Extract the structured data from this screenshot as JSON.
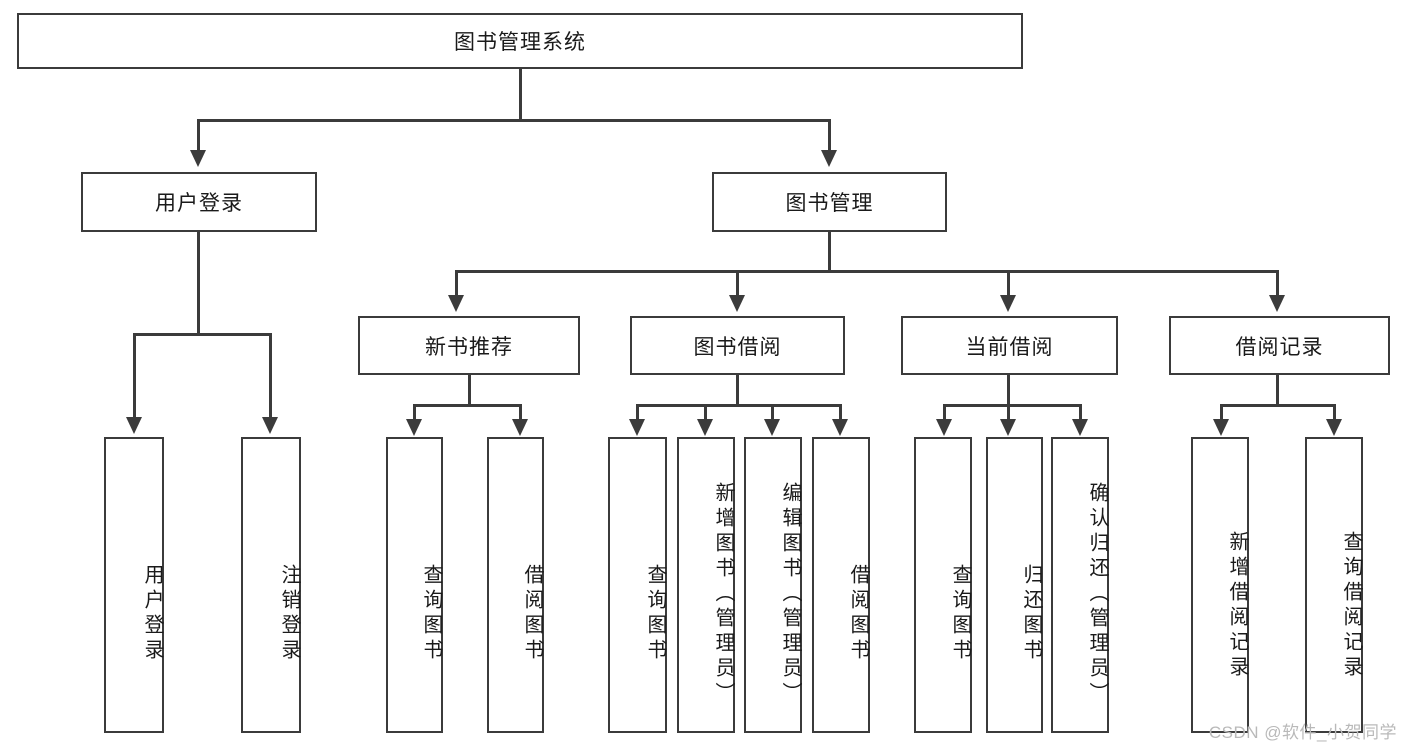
{
  "diagram": {
    "type": "tree-hierarchy-chart",
    "title": "图书管理系统",
    "orientation": "top-down",
    "colors": {
      "box_border": "#3b3b3b",
      "box_fill": "#ffffff",
      "edge": "#3b3b3b",
      "text": "#1a1a1a",
      "watermark": "#b9b9b9"
    },
    "root": {
      "label": "图书管理系统"
    },
    "level2": [
      {
        "id": "user-login",
        "label": "用户登录"
      },
      {
        "id": "book-management",
        "label": "图书管理"
      }
    ],
    "level3": [
      {
        "id": "new-book-recommend",
        "label": "新书推荐"
      },
      {
        "id": "book-borrow",
        "label": "图书借阅"
      },
      {
        "id": "current-borrow",
        "label": "当前借阅"
      },
      {
        "id": "borrow-record",
        "label": "借阅记录"
      }
    ],
    "leaves": {
      "user-login": [
        {
          "id": "leaf-user-login",
          "label": "用户登录"
        },
        {
          "id": "leaf-logout",
          "label": "注销登录"
        }
      ],
      "new-book-recommend": [
        {
          "id": "leaf-query-book-1",
          "label": "查询图书"
        },
        {
          "id": "leaf-borrow-book-1",
          "label": "借阅图书"
        }
      ],
      "book-borrow": [
        {
          "id": "leaf-query-book-2",
          "label": "查询图书"
        },
        {
          "id": "leaf-add-book",
          "label": "新增图书（管理员）"
        },
        {
          "id": "leaf-edit-book",
          "label": "编辑图书（管理员）"
        },
        {
          "id": "leaf-borrow-book-2",
          "label": "借阅图书"
        }
      ],
      "current-borrow": [
        {
          "id": "leaf-query-book-3",
          "label": "查询图书"
        },
        {
          "id": "leaf-return-book",
          "label": "归还图书"
        },
        {
          "id": "leaf-confirm-return",
          "label": "确认归还（管理员）"
        }
      ],
      "borrow-record": [
        {
          "id": "leaf-add-record",
          "label": "新增借阅记录"
        },
        {
          "id": "leaf-query-record",
          "label": "查询借阅记录"
        }
      ]
    }
  },
  "watermark": {
    "text": "CSDN @软件_小贺同学"
  }
}
